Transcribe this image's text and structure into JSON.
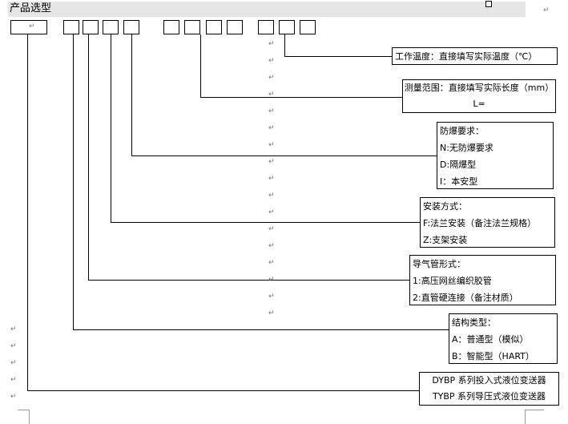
{
  "title": "产品选型",
  "return_mark": "↵",
  "boxes": {
    "temperature": {
      "lines": [
        "工作温度：直接填写实际温度（℃）"
      ]
    },
    "range": {
      "lines": [
        "测量范围：直接填写实际长度（mm）",
        "L="
      ]
    },
    "explosion": {
      "lines": [
        "防爆要求：",
        "N:无防爆要求",
        "D:隔爆型",
        "I：本安型"
      ]
    },
    "mounting": {
      "lines": [
        "安装方式：",
        "F:法兰安装（备注法兰规格）",
        "Z:支架安装"
      ]
    },
    "conduit": {
      "lines": [
        "导气管形式：",
        "1:高压网丝编织胶管",
        "2:直管硬连接（备注材质）"
      ]
    },
    "structure": {
      "lines": [
        "结构类型：",
        "A：普通型（模似）",
        "B：智能型（HART）"
      ]
    },
    "series": {
      "lines": [
        "DYBP 系列投入式液位变送器",
        "TYBP 系列导压式液位变送器"
      ]
    }
  }
}
